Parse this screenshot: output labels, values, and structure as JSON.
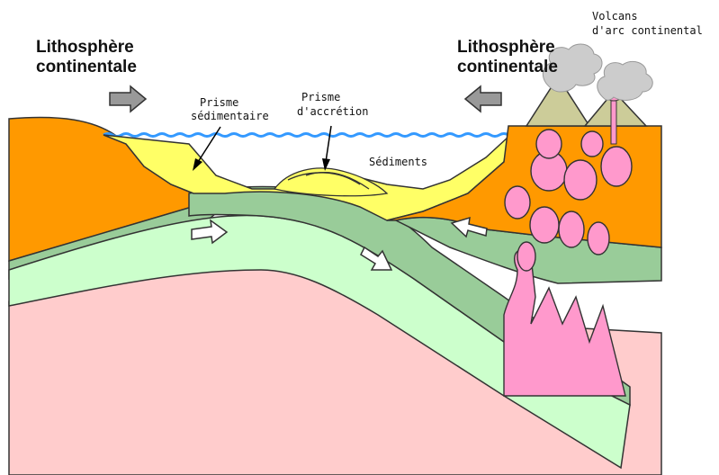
{
  "labels": {
    "lithosphere_left": [
      "Lithosphère",
      "continentale"
    ],
    "lithosphere_right": [
      "Lithosphère",
      "continentale"
    ],
    "volcans": [
      "Volcans",
      "d'arc continental"
    ],
    "prisme_sedimentaire": [
      "Prisme",
      "sédimentaire"
    ],
    "prisme_accretion": [
      "Prisme",
      "d'accrétion"
    ],
    "sediments": "Sédiments"
  },
  "colors": {
    "continental_crust": "#FF9900",
    "sediment": "#FFFF66",
    "lithosphere_mantle": "#99CC99",
    "oceanic_lithosphere": "#CCFFCC",
    "asthenosphere": "#FFCCCC",
    "magma": "#FF99CC",
    "water": "#3399FF",
    "volcano": "#CCCC99",
    "smoke": "#CCCCCC",
    "arrow": "#999999"
  }
}
